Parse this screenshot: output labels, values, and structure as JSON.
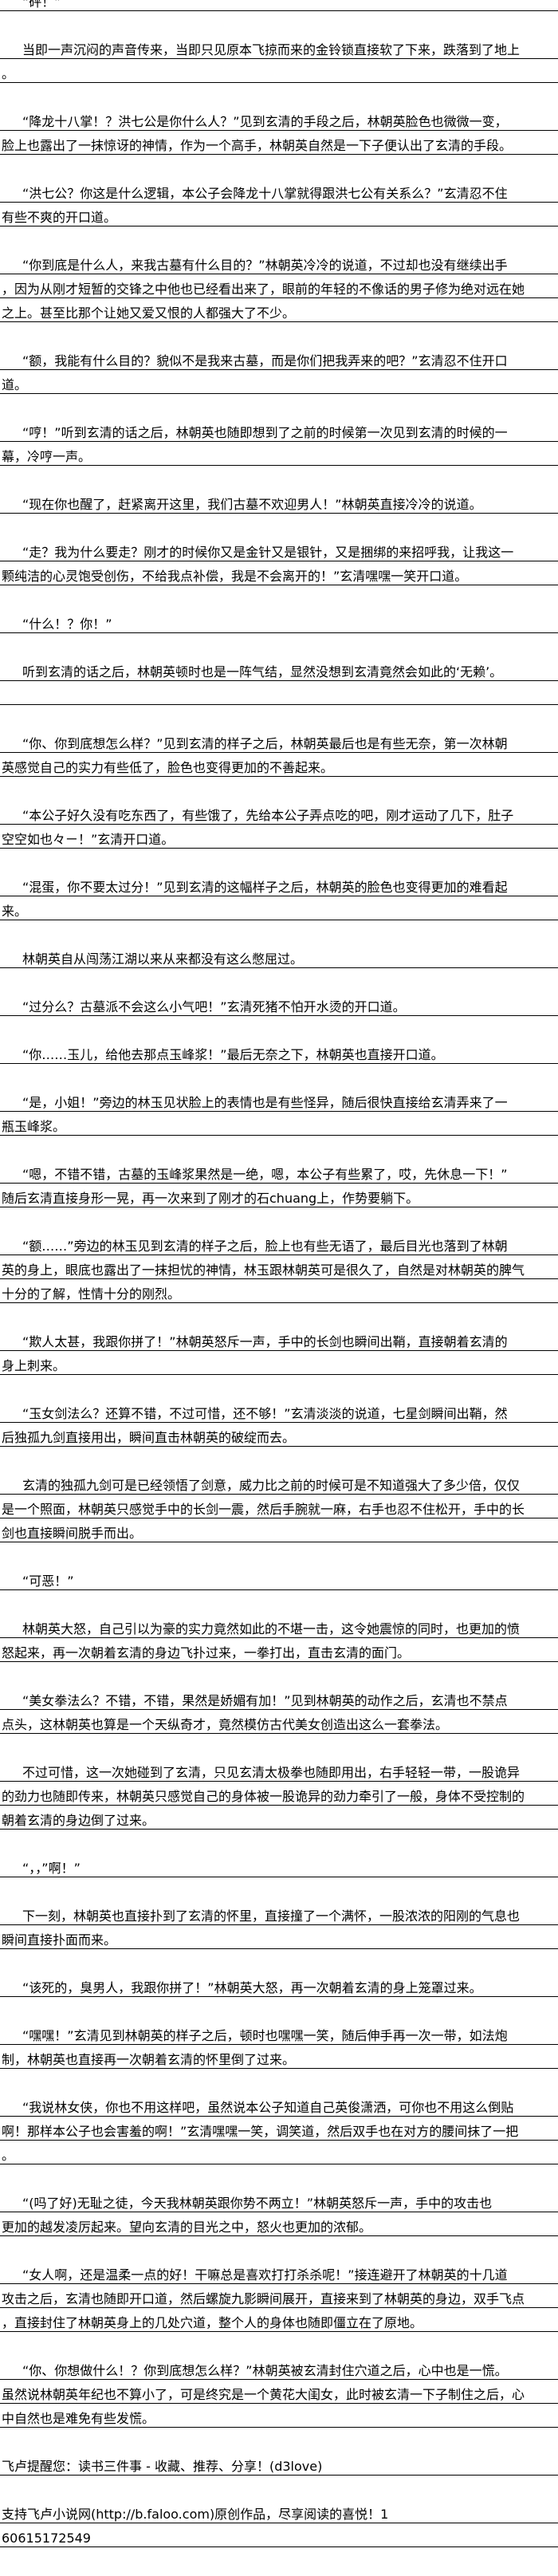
{
  "paragraphs": [
    {
      "indent": true,
      "lines": [
        "“砰！”"
      ]
    },
    {
      "indent": true,
      "lines": [
        "当即一声沉闷的声音传来，当即只见原本飞掠而来的金铃锁直接软了下来，跌落到了地上",
        "。"
      ]
    },
    {
      "indent": true,
      "lines": [
        "“降龙十八掌！？洪七公是你什么人？”见到玄清的手段之后，林朝英脸色也微微一变，",
        "脸上也露出了一抹惊讶的神情，作为一个高手，林朝英自然是一下子便认出了玄清的手段。"
      ]
    },
    {
      "indent": true,
      "lines": [
        "“洪七公？你这是什么逻辑，本公子会降龙十八掌就得跟洪七公有关系么？”玄清忍不住",
        "有些不爽的开口道。"
      ]
    },
    {
      "indent": true,
      "lines": [
        "“你到底是什么人，来我古墓有什么目的？”林朝英冷冷的说道，不过却也没有继续出手",
        "，因为从刚才短暂的交锋之中他也已经看出来了，眼前的年轻的不像话的男子修为绝对远在她",
        "之上。甚至比那个让她又爱又恨的人都强大了不少。"
      ]
    },
    {
      "indent": true,
      "lines": [
        "“额，我能有什么目的？貌似不是我来古墓，而是你们把我弄来的吧？”玄清忍不住开口",
        "道。"
      ]
    },
    {
      "indent": true,
      "lines": [
        "“哼！”听到玄清的话之后，林朝英也随即想到了之前的时候第一次见到玄清的时候的一",
        "幕，冷哼一声。"
      ]
    },
    {
      "indent": true,
      "lines": [
        "“现在你也醒了，赶紧离开这里，我们古墓不欢迎男人！”林朝英直接冷冷的说道。"
      ]
    },
    {
      "indent": true,
      "lines": [
        "“走？我为什么要走？刚才的时候你又是金针又是银针，又是捆绑的来招呼我，让我这一",
        "颗纯洁的心灵饱受创伤，不给我点补偿，我是不会离开的！”玄清嘿嘿一笑开口道。"
      ]
    },
    {
      "indent": true,
      "lines": [
        "“什么！？你！”"
      ]
    },
    {
      "indent": true,
      "lines": [
        "听到玄清的话之后，林朝英顿时也是一阵气结，显然没想到玄清竟然会如此的‘无赖’。",
        ""
      ]
    },
    {
      "indent": true,
      "lines": [
        "“你、你到底想怎么样？”见到玄清的样子之后，林朝英最后也是有些无奈，第一次林朝",
        "英感觉自己的实力有些低了，脸色也变得更加的不善起来。"
      ]
    },
    {
      "indent": true,
      "lines": [
        "“本公子好久没有吃东西了，有些饿了，先给本公子弄点吃的吧，刚才运动了几下，肚子",
        "空空如也々ㄧ！”玄清开口道。"
      ]
    },
    {
      "indent": true,
      "lines": [
        "“混蛋，你不要太过分！”见到玄清的这幅样子之后，林朝英的脸色也变得更加的难看起",
        "来。"
      ]
    },
    {
      "indent": true,
      "lines": [
        "林朝英自从闯荡江湖以来从来都没有这么憋屈过。"
      ]
    },
    {
      "indent": true,
      "lines": [
        "“过分么？古墓派不会这么小气吧！”玄清死猪不怕开水烫的开口道。"
      ]
    },
    {
      "indent": true,
      "lines": [
        "“你……玉儿，给他去那点玉峰浆！”最后无奈之下，林朝英也直接开口道。"
      ]
    },
    {
      "indent": true,
      "lines": [
        "“是，小姐！”旁边的林玉见状脸上的表情也是有些怪异，随后很快直接给玄清弄来了一",
        "瓶玉峰浆。"
      ]
    },
    {
      "indent": true,
      "lines": [
        "“嗯，不错不错，古墓的玉峰浆果然是一绝，嗯，本公子有些累了，哎，先休息一下！”",
        "随后玄清直接身形一晃，再一次来到了刚才的石chuang上，作势要躺下。"
      ]
    },
    {
      "indent": true,
      "lines": [
        "“额……”旁边的林玉见到玄清的样子之后，脸上也有些无语了，最后目光也落到了林朝",
        "英的身上，眼底也露出了一抹担忧的神情，林玉跟林朝英可是很久了，自然是对林朝英的脾气",
        "十分的了解，性情十分的刚烈。"
      ]
    },
    {
      "indent": true,
      "lines": [
        "“欺人太甚，我跟你拼了！”林朝英怒斥一声，手中的长剑也瞬间出鞘，直接朝着玄清的",
        "身上刺来。"
      ]
    },
    {
      "indent": true,
      "lines": [
        "“玉女剑法么？还算不错，不过可惜，还不够！”玄清淡淡的说道，七星剑瞬间出鞘，然",
        "后独孤九剑直接用出，瞬间直击林朝英的破绽而去。"
      ]
    },
    {
      "indent": true,
      "lines": [
        "玄清的独孤九剑可是已经领悟了剑意，威力比之前的时候可是不知道强大了多少倍，仅仅",
        "是一个照面，林朝英只感觉手中的长剑一震，然后手腕就一麻，右手也忍不住松开，手中的长",
        "剑也直接瞬间脱手而出。"
      ]
    },
    {
      "indent": true,
      "lines": [
        "“可恶！”"
      ]
    },
    {
      "indent": true,
      "lines": [
        "林朝英大怒，自己引以为豪的实力竟然如此的不堪一击，这令她震惊的同时，也更加的愤",
        "怒起来，再一次朝着玄清的身边飞扑过来，一拳打出，直击玄清的面门。"
      ]
    },
    {
      "indent": true,
      "lines": [
        "“美女拳法么？不错，不错，果然是娇媚有加！”见到林朝英的动作之后，玄清也不禁点",
        "点头，这林朝英也算是一个天纵奇才，竟然模仿古代美女创造出这么一套拳法。"
      ]
    },
    {
      "indent": true,
      "lines": [
        "不过可惜，这一次她碰到了玄清，只见玄清太极拳也随即用出，右手轻轻一带，一股诡异",
        "的劲力也随即传来，林朝英只感觉自己的身体被一股诡异的劲力牵引了一般，身体不受控制的",
        "朝着玄清的身边倒了过来。"
      ]
    },
    {
      "indent": true,
      "lines": [
        "“，，”啊！”"
      ]
    },
    {
      "indent": true,
      "lines": [
        "下一刻，林朝英也直接扑到了玄清的怀里，直接撞了一个满怀，一股浓浓的阳刚的气息也",
        "瞬间直接扑面而来。"
      ]
    },
    {
      "indent": true,
      "lines": [
        "“该死的，臭男人，我跟你拼了！”林朝英大怒，再一次朝着玄清的身上笼罩过来。"
      ]
    },
    {
      "indent": true,
      "lines": [
        "“嘿嘿！”玄清见到林朝英的样子之后，顿时也嘿嘿一笑，随后伸手再一次一带，如法炮",
        "制，林朝英也直接再一次朝着玄清的怀里倒了过来。"
      ]
    },
    {
      "indent": true,
      "lines": [
        "“我说林女侠，你也不用这样吧，虽然说本公子知道自己英俊潇洒，可你也不用这么倒贴",
        "啊！那样本公子也会害羞的啊！”玄清嘿嘿一笑，调笑道，然后双手也在对方的腰间抹了一把",
        "。"
      ]
    },
    {
      "indent": true,
      "lines": [
        "“(吗了好)无耻之徒，今天我林朝英跟你势不两立！”林朝英怒斥一声，手中的攻击也",
        "更加的越发凌厉起来。望向玄清的目光之中，怒火也更加的浓郁。"
      ]
    },
    {
      "indent": true,
      "lines": [
        "“女人啊，还是温柔一点的好！干嘛总是喜欢打打杀杀呢！”接连避开了林朝英的十几道",
        "攻击之后，玄清也随即开口道，然后螺旋九影瞬间展开，直接来到了林朝英的身边，双手飞点",
        "，直接封住了林朝英身上的几处穴道，整个人的身体也随即僵立在了原地。"
      ]
    },
    {
      "indent": true,
      "lines": [
        "“你、你想做什么！？你到底想怎么样？”林朝英被玄清封住穴道之后，心中也是一慌。",
        "虽然说林朝英年纪也不算小了，可是终究是一个黄花大闺女，此时被玄清一下子制住之后，心",
        "中自然也是难免有些发慌。"
      ]
    },
    {
      "indent": false,
      "lines": [
        "飞卢提醒您：读书三件事 - 收藏、推荐、分享！(d3love)"
      ]
    },
    {
      "indent": false,
      "lines": [
        "支持飞卢小说网(http://b.faloo.com)原创作品，尽享阅读的喜悦！1",
        "60615172549"
      ]
    }
  ]
}
